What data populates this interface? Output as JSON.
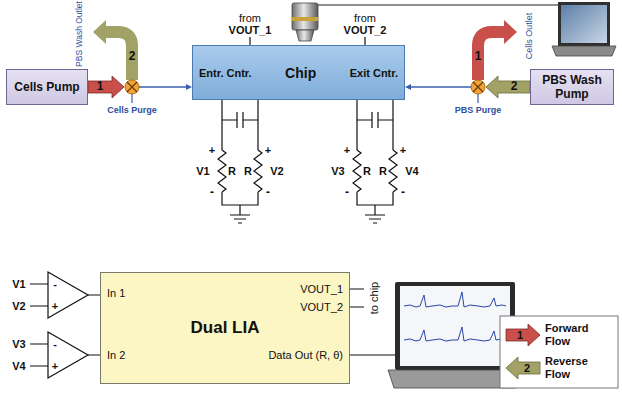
{
  "diagram": {
    "nodes": [
      {
        "text": [
          "Cells Pump"
        ]
      },
      {
        "text": [
          "Entr. Cntr.",
          "Chip",
          "Exit Cntr."
        ]
      },
      {
        "text": [
          "PBS Wash Pump"
        ]
      },
      {
        "text": [
          "In 1",
          "VOUT_1",
          "VOUT_2",
          "Dual LIA",
          "In 2",
          "Data Out (R, θ)"
        ]
      }
    ],
    "edges": [
      {
        "from": 0,
        "to": 1,
        "arrow": "to",
        "label": "1"
      },
      {
        "from": 2,
        "to": 1,
        "arrow": "to",
        "label": "2"
      }
    ],
    "labels": [
      "PBS Wash Outlet",
      "2",
      "Cells Purge",
      "from",
      "VOUT_1",
      "from",
      "VOUT_2",
      "1",
      "Cells Outlet",
      "PBS Purge",
      "+",
      "V1",
      "-",
      "R",
      "R",
      "+",
      "V2",
      "-",
      "+",
      "V3",
      "-",
      "R",
      "R",
      "+",
      "V4",
      "-",
      "V1",
      "V2",
      "-",
      "+",
      "V3",
      "V4",
      "-",
      "+",
      "to chip",
      "1",
      "2"
    ],
    "legend": [
      {
        "text": "Forward Flow"
      },
      {
        "text": "Reverse Flow"
      }
    ]
  }
}
